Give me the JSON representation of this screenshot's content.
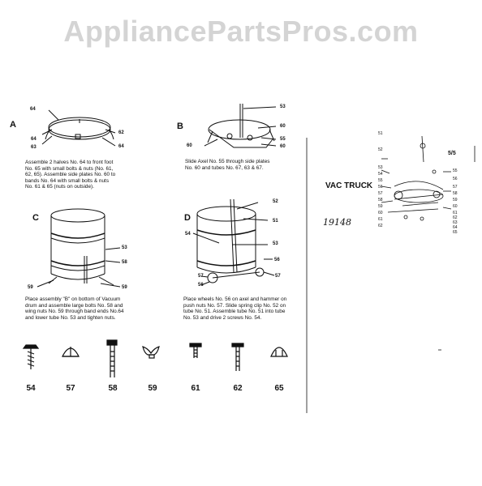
{
  "watermark": "AppliancePartsPros.com",
  "panels": {
    "a": {
      "letter": "A",
      "caption": [
        "Assemble 2 halves No. 64 to front foot",
        "No. 65 with small bolts & nuts (No. 61,",
        "62, 65). Assemble side plates No. 60 to",
        "bands No. 64 with small bolts & nuts",
        "No. 61 & 65 (nuts on outside)."
      ],
      "callouts": [
        "64",
        "64",
        "63",
        "62",
        "64"
      ]
    },
    "b": {
      "letter": "B",
      "caption": [
        "Slide Axel No. 55 through side plates",
        "No. 60 and tubes No. 67, 63 & 67."
      ],
      "callouts": [
        "53",
        "60",
        "55",
        "60",
        "60"
      ]
    },
    "c": {
      "letter": "C",
      "caption": [
        "Place assembly \"B\" on bottom of Vacuum",
        "drum and assemble large bolts No. 58 and",
        "wing nuts No. 59 through band ends No.64",
        "and lower tube No. 53 and tighten nuts."
      ],
      "callouts": [
        "53",
        "58",
        "59",
        "59"
      ]
    },
    "d": {
      "letter": "D",
      "caption": [
        "Place wheels No. 56 on axel and hammer on",
        "push nuts No. 57. Slide spring clip No. 52 on",
        "tube No. 51. Assemble tube No. 51 into tube",
        "No. 53 and drive 2 screws No. 54."
      ],
      "callouts": [
        "52",
        "54",
        "51",
        "53",
        "56",
        "57",
        "57",
        "56"
      ]
    }
  },
  "right_panel": {
    "title": "VAC TRUCK",
    "page": "5/5",
    "handwritten": "19148",
    "left_numbers": [
      "51",
      "52",
      "53",
      "54",
      "55",
      "56",
      "57",
      "58",
      "59",
      "60",
      "61",
      "62"
    ],
    "right_numbers": [
      "55",
      "56",
      "57",
      "58",
      "59",
      "60",
      "61",
      "62",
      "63",
      "64",
      "65"
    ]
  },
  "parts": [
    "54",
    "57",
    "58",
    "59",
    "61",
    "62",
    "65"
  ]
}
